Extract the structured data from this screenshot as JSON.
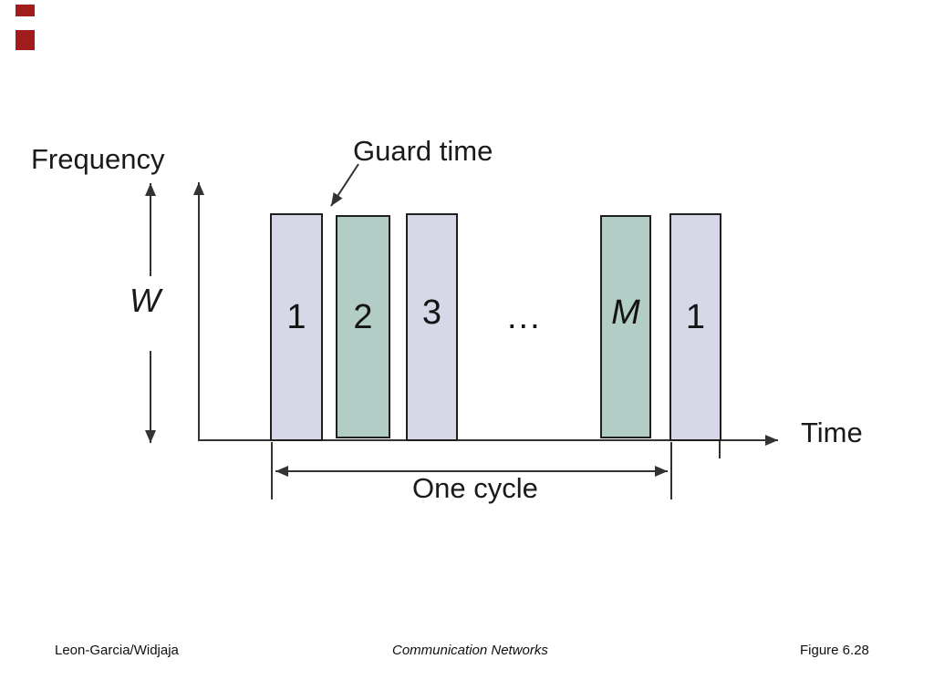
{
  "colors": {
    "slot_lavender": "#d6d7e7",
    "slot_green": "#b2ccc6",
    "slot_border": "#1f1f1f",
    "line": "#333333",
    "marker_red": "#a21c1c"
  },
  "diagram": {
    "frequency_label": "Frequency",
    "guard_time_label": "Guard time",
    "bandwidth_label": "W",
    "time_label": "Time",
    "one_cycle_label": "One cycle",
    "ellipsis": "...",
    "slots": [
      {
        "label": "1",
        "style": "lavender"
      },
      {
        "label": "2",
        "style": "green"
      },
      {
        "label": "3",
        "style": "lavender"
      },
      {
        "label": "M",
        "style": "green"
      },
      {
        "label": "1",
        "style": "lavender"
      }
    ]
  },
  "footer": {
    "author": "Leon-Garcia/Widjaja",
    "book_title": "Communication Networks",
    "figure_number": "Figure 6.28"
  }
}
